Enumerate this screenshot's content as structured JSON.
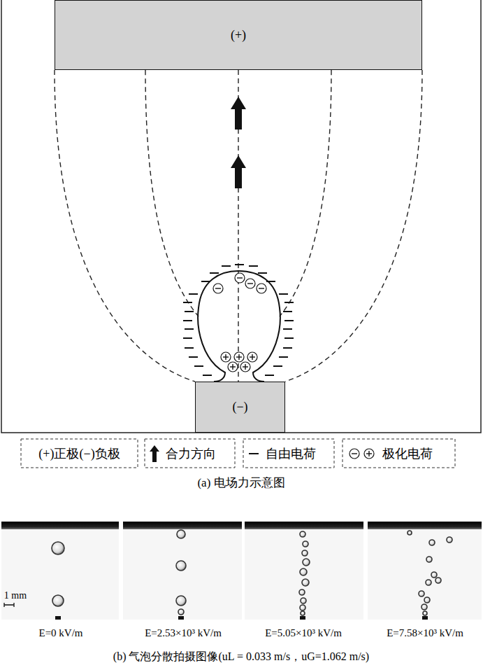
{
  "diagram": {
    "caption": "(b) 气泡分散拍摄图像(uL = 0.033 m/s，uG=1.062 m/s)",
    "nodes": [
      {
        "text": [
          "(+)"
        ]
      },
      {
        "text": [
          "(−)"
        ]
      }
    ],
    "labels": [
      "(a) 电场力示意图",
      "1 mm",
      "E=0 kV/m",
      "E=2.53×10³ kV/m",
      "E=5.05×10³ kV/m",
      "E=7.58×10³ kV/m"
    ],
    "legend": [
      {
        "text": "(+)正极(−)负极"
      },
      {
        "text": "合力方向"
      },
      {
        "text": "自由电荷"
      },
      {
        "text": "极化电荷"
      }
    ]
  }
}
